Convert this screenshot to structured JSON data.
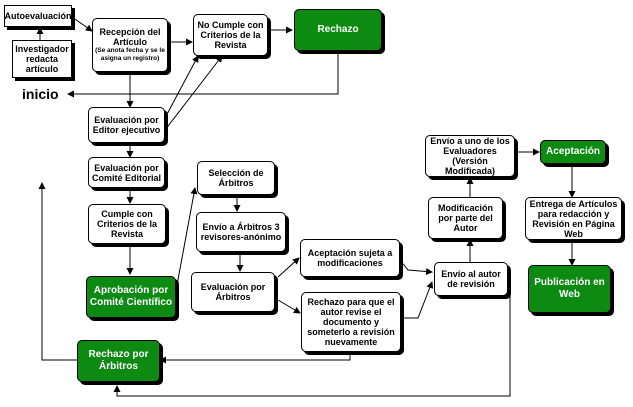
{
  "nodes": {
    "autoevaluacion": "Autoevaluación",
    "investigador": "Investigador redacta artículo",
    "recepcion": "Recepción del Artículo",
    "recepcion_note": "(Se anota fecha y se le asigna un registro)",
    "no_cumple": "No Cumple con Criterios de la Revista",
    "rechazo": "Rechazo",
    "inicio": "inicio",
    "eval_editor": "Evaluación por Editor ejecutivo",
    "eval_comite": "Evaluación por Comité Editorial",
    "cumple": "Cumple con Criterios de la Revista",
    "aprobacion": "Aprobación por Comité Científico",
    "rechazo_arbitros": "Rechazo por Árbitros",
    "seleccion": "Selección de Árbitros",
    "envio_arbitros": "Envío a Árbitros 3 revisores-anónimo",
    "eval_arbitros": "Evaluación por Árbitros",
    "aceptacion_sujeta": "Aceptación sujeta a modificaciones",
    "rechazo_revise": "Rechazo para que el autor revise el documento y someterlo a revisión nuevamente",
    "envio_autor": "Envío al autor de revisión",
    "modificacion": "Modificación por parte del Autor",
    "envio_evaluadores": "Envío a uno de los Evaluadores (Versión Modificada)",
    "aceptacion": "Aceptación",
    "entrega": "Entrega de Artículos para redacción y Revisión en Página Web",
    "publicacion": "Publicación en Web"
  },
  "colors": {
    "green": "#0c8a12",
    "line": "#000000"
  }
}
